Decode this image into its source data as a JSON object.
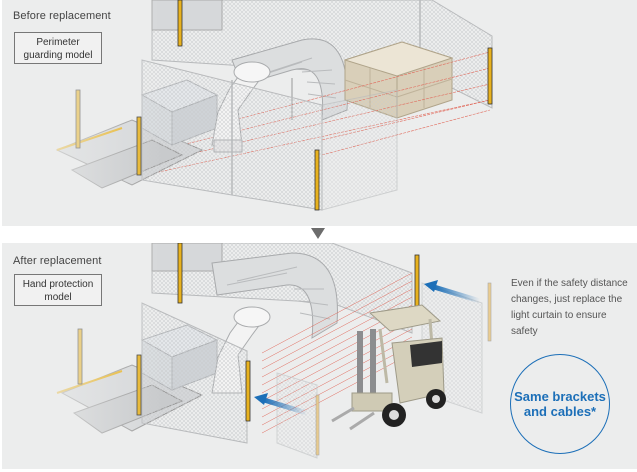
{
  "before": {
    "heading": "Before replacement",
    "model_label": "Perimeter guarding model"
  },
  "after": {
    "heading": "After replacement",
    "model_label": "Hand protection model",
    "note": "Even if the safety distance changes, just replace the light curtain to ensure safety",
    "badge": "Same brackets and cables*"
  },
  "icons": {
    "transition": "down-triangle-icon",
    "relocation": "blue-arrow-icon"
  },
  "colors": {
    "background": "#eceded",
    "accent_blue": "#1c6fb8",
    "light_curtain_yellow": "#e8b21e",
    "beam_red": "#e0685a",
    "text": "#444444"
  }
}
